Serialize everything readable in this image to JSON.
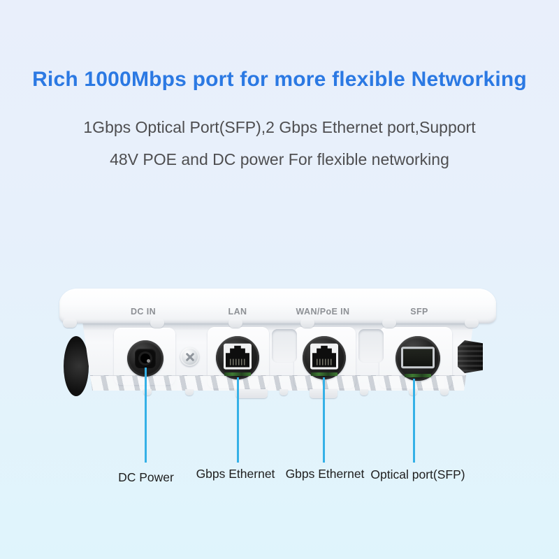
{
  "header": {
    "title": "Rich 1000Mbps port for more flexible Networking",
    "subtitle_line1": "1Gbps Optical Port(SFP),2 Gbps Ethernet port,Support",
    "subtitle_line2": "48V POE and DC power For flexible networking"
  },
  "device": {
    "ports": [
      {
        "id": "dc-in",
        "panel_label": "DC IN",
        "callout_label": "DC Power"
      },
      {
        "id": "lan",
        "panel_label": "LAN",
        "callout_label": "Gbps Ethernet"
      },
      {
        "id": "wan-poe-in",
        "panel_label": "WAN/PoE IN",
        "callout_label": "Gbps Ethernet"
      },
      {
        "id": "sfp",
        "panel_label": "SFP",
        "callout_label": "Optical port(SFP)"
      }
    ]
  },
  "colors": {
    "title_blue": "#2b79e3",
    "subtitle_gray": "#4e4e50",
    "port_label_gray": "#8d9095",
    "callout_line_blue": "#35b1e7",
    "background_top": "#e9effb",
    "background_bottom": "#dff4fc"
  }
}
